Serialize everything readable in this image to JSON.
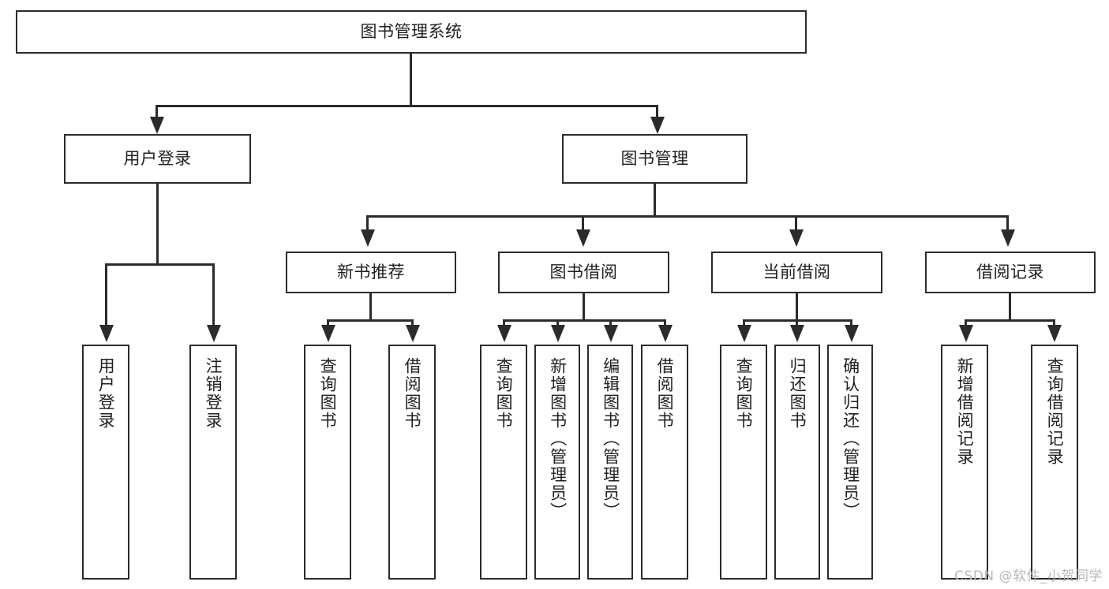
{
  "diagram": {
    "title": "图书管理系统",
    "type": "tree-hierarchy-chart",
    "root": {
      "label": "图书管理系统"
    },
    "level2": [
      {
        "label": "用户登录"
      },
      {
        "label": "图书管理"
      }
    ],
    "level3": [
      {
        "label": "新书推荐"
      },
      {
        "label": "图书借阅"
      },
      {
        "label": "当前借阅"
      },
      {
        "label": "借阅记录"
      }
    ],
    "leaves": {
      "user_login": [
        {
          "label": "用户登录"
        },
        {
          "label": "注销登录"
        }
      ],
      "new_book_recommend": [
        {
          "label": "查询图书"
        },
        {
          "label": "借阅图书"
        }
      ],
      "book_borrow": [
        {
          "label": "查询图书"
        },
        {
          "label": "新增图书（管理员）"
        },
        {
          "label": "编辑图书（管理员）"
        },
        {
          "label": "借阅图书"
        }
      ],
      "current_borrow": [
        {
          "label": "查询图书"
        },
        {
          "label": "归还图书"
        },
        {
          "label": "确认归还（管理员）"
        }
      ],
      "borrow_record": [
        {
          "label": "新增借阅记录"
        },
        {
          "label": "查询借阅记录"
        }
      ]
    }
  },
  "watermark": {
    "text": "CSDN @软件_小贺同学"
  },
  "colors": {
    "stroke": "#2b2b2b",
    "background": "#ffffff",
    "text": "#1f1f1f",
    "watermark": "#b9b9b9"
  }
}
